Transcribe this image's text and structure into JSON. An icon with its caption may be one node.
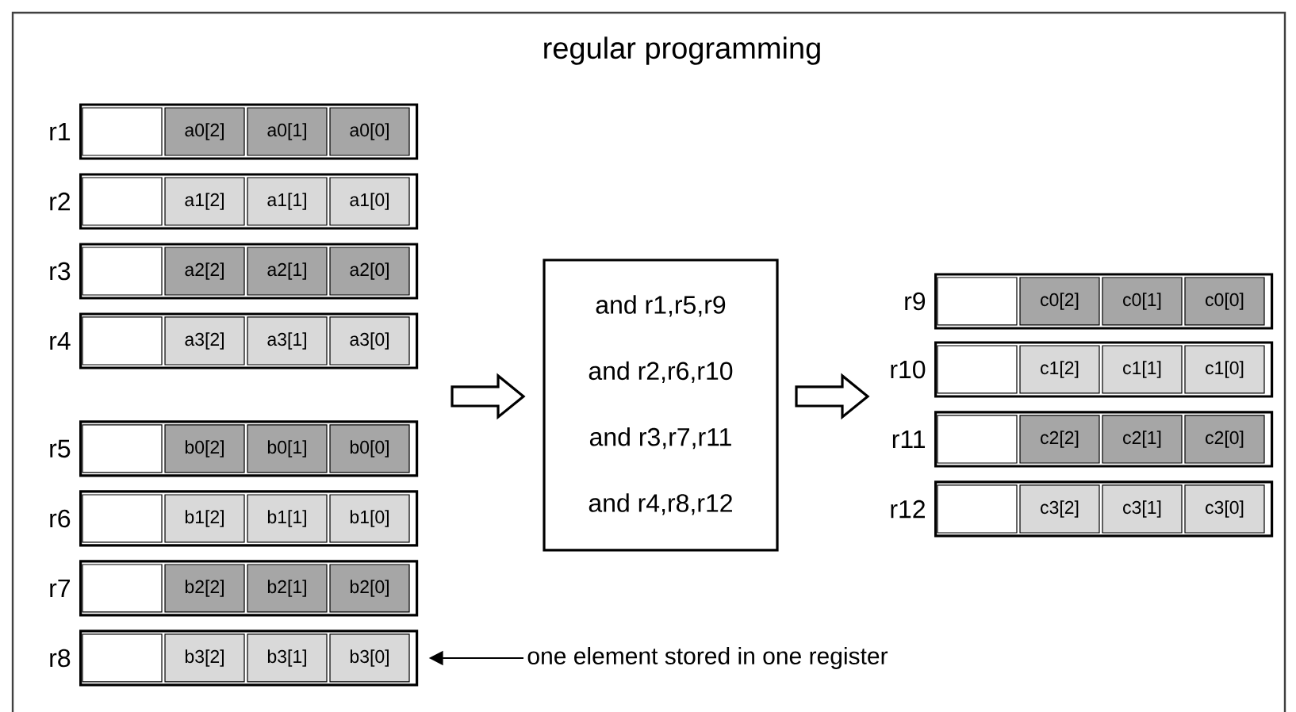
{
  "diagram": {
    "title": "regular programming",
    "nodes": [
      {
        "text": [],
        "shape": "box",
        "beside": [
          "r1"
        ]
      },
      {
        "text": [],
        "shape": "box",
        "in": 0
      },
      {
        "text": [
          "a0[2]"
        ],
        "in": 0
      },
      {
        "text": [
          "a0[1]"
        ],
        "in": 0
      },
      {
        "text": [
          "a0[0]"
        ],
        "in": 0
      },
      {
        "text": [],
        "shape": "box",
        "beside": [
          "r2"
        ]
      },
      {
        "text": [],
        "shape": "box",
        "in": 5
      },
      {
        "text": [
          "a1[2]"
        ],
        "in": 5
      },
      {
        "text": [
          "a1[1]"
        ],
        "in": 5
      },
      {
        "text": [
          "a1[0]"
        ],
        "in": 5
      },
      {
        "text": [],
        "shape": "box",
        "beside": [
          "r3"
        ]
      },
      {
        "text": [],
        "shape": "box",
        "in": 10
      },
      {
        "text": [
          "a2[2]"
        ],
        "in": 10
      },
      {
        "text": [
          "a2[1]"
        ],
        "in": 10
      },
      {
        "text": [
          "a2[0]"
        ],
        "in": 10
      },
      {
        "text": [],
        "shape": "box",
        "beside": [
          "r4"
        ]
      },
      {
        "text": [],
        "shape": "box",
        "in": 15
      },
      {
        "text": [
          "a3[2]"
        ],
        "in": 15
      },
      {
        "text": [
          "a3[1]"
        ],
        "in": 15
      },
      {
        "text": [
          "a3[0]"
        ],
        "in": 15
      },
      {
        "text": [],
        "shape": "box",
        "beside": [
          "r5"
        ]
      },
      {
        "text": [],
        "shape": "box",
        "in": 20
      },
      {
        "text": [
          "b0[2]"
        ],
        "in": 20
      },
      {
        "text": [
          "b0[1]"
        ],
        "in": 20
      },
      {
        "text": [
          "b0[0]"
        ],
        "in": 20
      },
      {
        "text": [],
        "shape": "box",
        "beside": [
          "r6"
        ]
      },
      {
        "text": [],
        "shape": "box",
        "in": 25
      },
      {
        "text": [
          "b1[2]"
        ],
        "in": 25
      },
      {
        "text": [
          "b1[1]"
        ],
        "in": 25
      },
      {
        "text": [
          "b1[0]"
        ],
        "in": 25
      },
      {
        "text": [],
        "shape": "box",
        "beside": [
          "r7"
        ]
      },
      {
        "text": [],
        "shape": "box",
        "in": 30
      },
      {
        "text": [
          "b2[2]"
        ],
        "in": 30
      },
      {
        "text": [
          "b2[1]"
        ],
        "in": 30
      },
      {
        "text": [
          "b2[0]"
        ],
        "in": 30
      },
      {
        "text": [],
        "shape": "box",
        "beside": [
          "r8"
        ]
      },
      {
        "text": [],
        "shape": "box",
        "in": 35
      },
      {
        "text": [
          "b3[2]"
        ],
        "in": 35
      },
      {
        "text": [
          "b3[1]"
        ],
        "in": 35
      },
      {
        "text": [
          "b3[0]"
        ],
        "in": 35
      },
      {
        "text": [
          "and r1,r5,r9",
          "and r2,r6,r10",
          "and r3,r7,r11",
          "and r4,r8,r12"
        ]
      },
      {
        "text": [],
        "shape": "box",
        "beside": [
          "r9"
        ]
      },
      {
        "text": [],
        "shape": "box",
        "in": 41
      },
      {
        "text": [
          "c0[2]"
        ],
        "in": 41
      },
      {
        "text": [
          "c0[1]"
        ],
        "in": 41
      },
      {
        "text": [
          "c0[0]"
        ],
        "in": 41
      },
      {
        "text": [],
        "shape": "box",
        "beside": [
          "r10"
        ]
      },
      {
        "text": [],
        "shape": "box",
        "in": 46
      },
      {
        "text": [
          "c1[2]"
        ],
        "in": 46
      },
      {
        "text": [
          "c1[1]"
        ],
        "in": 46
      },
      {
        "text": [
          "c1[0]"
        ],
        "in": 46
      },
      {
        "text": [],
        "shape": "box",
        "beside": [
          "r11"
        ]
      },
      {
        "text": [],
        "shape": "box",
        "in": 51
      },
      {
        "text": [
          "c2[2]"
        ],
        "in": 51
      },
      {
        "text": [
          "c2[1]"
        ],
        "in": 51
      },
      {
        "text": [
          "c2[0]"
        ],
        "in": 51
      },
      {
        "text": [],
        "shape": "box",
        "beside": [
          "r12"
        ]
      },
      {
        "text": [],
        "shape": "box",
        "in": 56
      },
      {
        "text": [
          "c3[2]"
        ],
        "in": 56
      },
      {
        "text": [
          "c3[1]"
        ],
        "in": 56
      },
      {
        "text": [
          "c3[0]"
        ],
        "in": 56
      },
      {
        "text": [
          "one element stored in one register"
        ]
      }
    ],
    "edges": [
      {
        "from": null,
        "to": 40,
        "arrow": "to"
      },
      {
        "from": 40,
        "to": null,
        "arrow": "to"
      },
      {
        "from": 61,
        "to": 39,
        "arrow": "to"
      }
    ]
  }
}
